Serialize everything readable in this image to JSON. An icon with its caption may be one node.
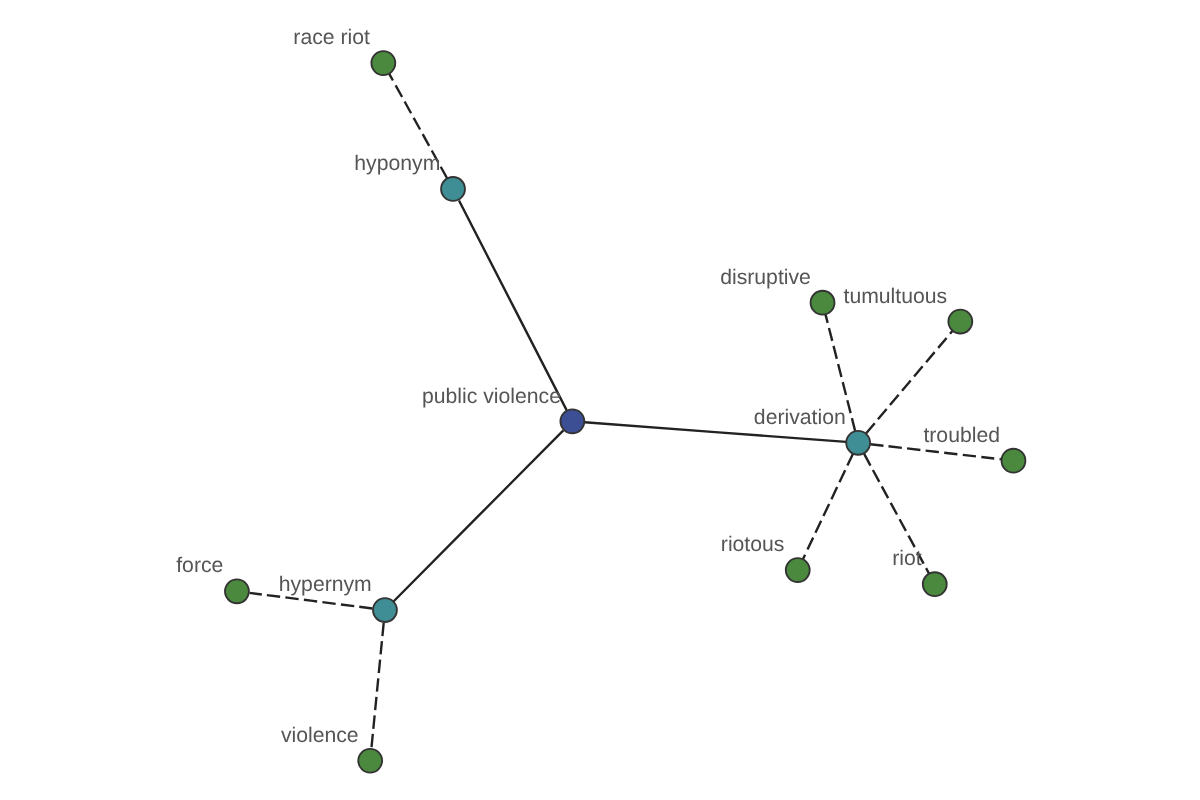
{
  "diagram": {
    "nodes": [
      {
        "text": [],
        "shape": "circle",
        "beside": [
          "race riot"
        ]
      },
      {
        "text": [],
        "shape": "circle",
        "beside": [
          "tumultuous"
        ]
      },
      {
        "text": [],
        "shape": "circle",
        "beside": [
          "riot"
        ]
      },
      {
        "text": [],
        "shape": "circle",
        "beside": [
          "hyponym"
        ]
      },
      {
        "text": [],
        "shape": "circle",
        "beside": [
          "disruptive"
        ]
      },
      {
        "text": [],
        "shape": "circle",
        "beside": [
          "derivation"
        ]
      },
      {
        "text": [],
        "shape": "circle",
        "beside": [
          "public violence"
        ]
      },
      {
        "text": [],
        "shape": "circle",
        "beside": [
          "troubled"
        ]
      },
      {
        "text": [],
        "shape": "circle",
        "beside": [
          "riotous"
        ]
      },
      {
        "text": [],
        "shape": "circle",
        "beside": [
          "hypernym"
        ]
      },
      {
        "text": [],
        "shape": "circle",
        "beside": [
          "violence"
        ]
      },
      {
        "text": [],
        "shape": "circle",
        "beside": [
          "force"
        ]
      }
    ],
    "edges": [
      {
        "from": 6,
        "to": 5,
        "arrow": "none"
      },
      {
        "from": 6,
        "to": 3,
        "arrow": "none"
      },
      {
        "from": 6,
        "to": 9,
        "arrow": "none"
      },
      {
        "from": 5,
        "to": 1,
        "arrow": "none",
        "style": "dashed"
      },
      {
        "from": 5,
        "to": 2,
        "arrow": "none",
        "style": "dashed"
      },
      {
        "from": 5,
        "to": 4,
        "arrow": "none",
        "style": "dashed"
      },
      {
        "from": 5,
        "to": 7,
        "arrow": "none",
        "style": "dashed"
      },
      {
        "from": 5,
        "to": 8,
        "arrow": "none",
        "style": "dashed"
      },
      {
        "from": 3,
        "to": 0,
        "arrow": "none",
        "style": "dashed"
      },
      {
        "from": 9,
        "to": 10,
        "arrow": "none",
        "style": "dashed"
      },
      {
        "from": 9,
        "to": 11,
        "arrow": "none",
        "style": "dashed"
      }
    ]
  }
}
